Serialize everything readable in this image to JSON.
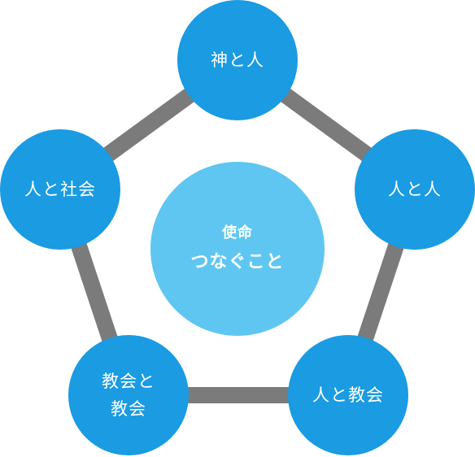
{
  "colors": {
    "ring": "#7b7b7b",
    "outer_circle": "#1a9be2",
    "center_circle": "#5fc6f1",
    "text": "#ffffff"
  },
  "center": {
    "line1": "使命",
    "line2": "つなぐこと"
  },
  "nodes": {
    "top": {
      "label": "神と人"
    },
    "right": {
      "label": "人と人"
    },
    "bottom_right": {
      "label": "人と教会"
    },
    "bottom_left": {
      "line1": "教会と",
      "line2": "教会"
    },
    "left": {
      "label": "人と社会"
    }
  }
}
